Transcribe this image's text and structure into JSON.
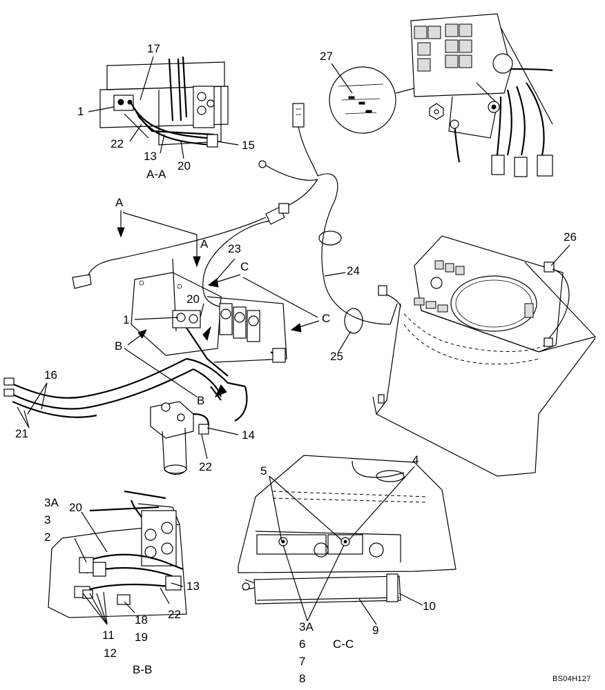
{
  "views": {
    "aa": "A-A",
    "bb": "B-B",
    "cc": "C-C"
  },
  "section_letters": {
    "a_top": "A",
    "a_mid": "A",
    "b_left": "B",
    "b_mid": "B",
    "c_top": "C",
    "c_right": "C"
  },
  "callouts": {
    "n17": "17",
    "n1_aa": "1",
    "n22_aa": "22",
    "n13_aa": "13",
    "n20_aa": "20",
    "n15": "15",
    "n27": "27",
    "n23": "23",
    "n24": "24",
    "n25": "25",
    "n26": "26",
    "n20_main": "20",
    "n1_main": "1",
    "n16": "16",
    "n21": "21",
    "n14": "14",
    "n22_main": "22",
    "n3a_bb": "3A",
    "n3_bb": "3",
    "n2_bb": "2",
    "n20_bb": "20",
    "n13_bb": "13",
    "n22_bb": "22",
    "n11": "11",
    "n12": "12",
    "n18": "18",
    "n19": "19",
    "n5": "5",
    "n4": "4",
    "n10": "10",
    "n9": "9",
    "n3a_cc": "3A",
    "n6": "6",
    "n7": "7",
    "n8": "8"
  },
  "reference_code": "BS04H127"
}
